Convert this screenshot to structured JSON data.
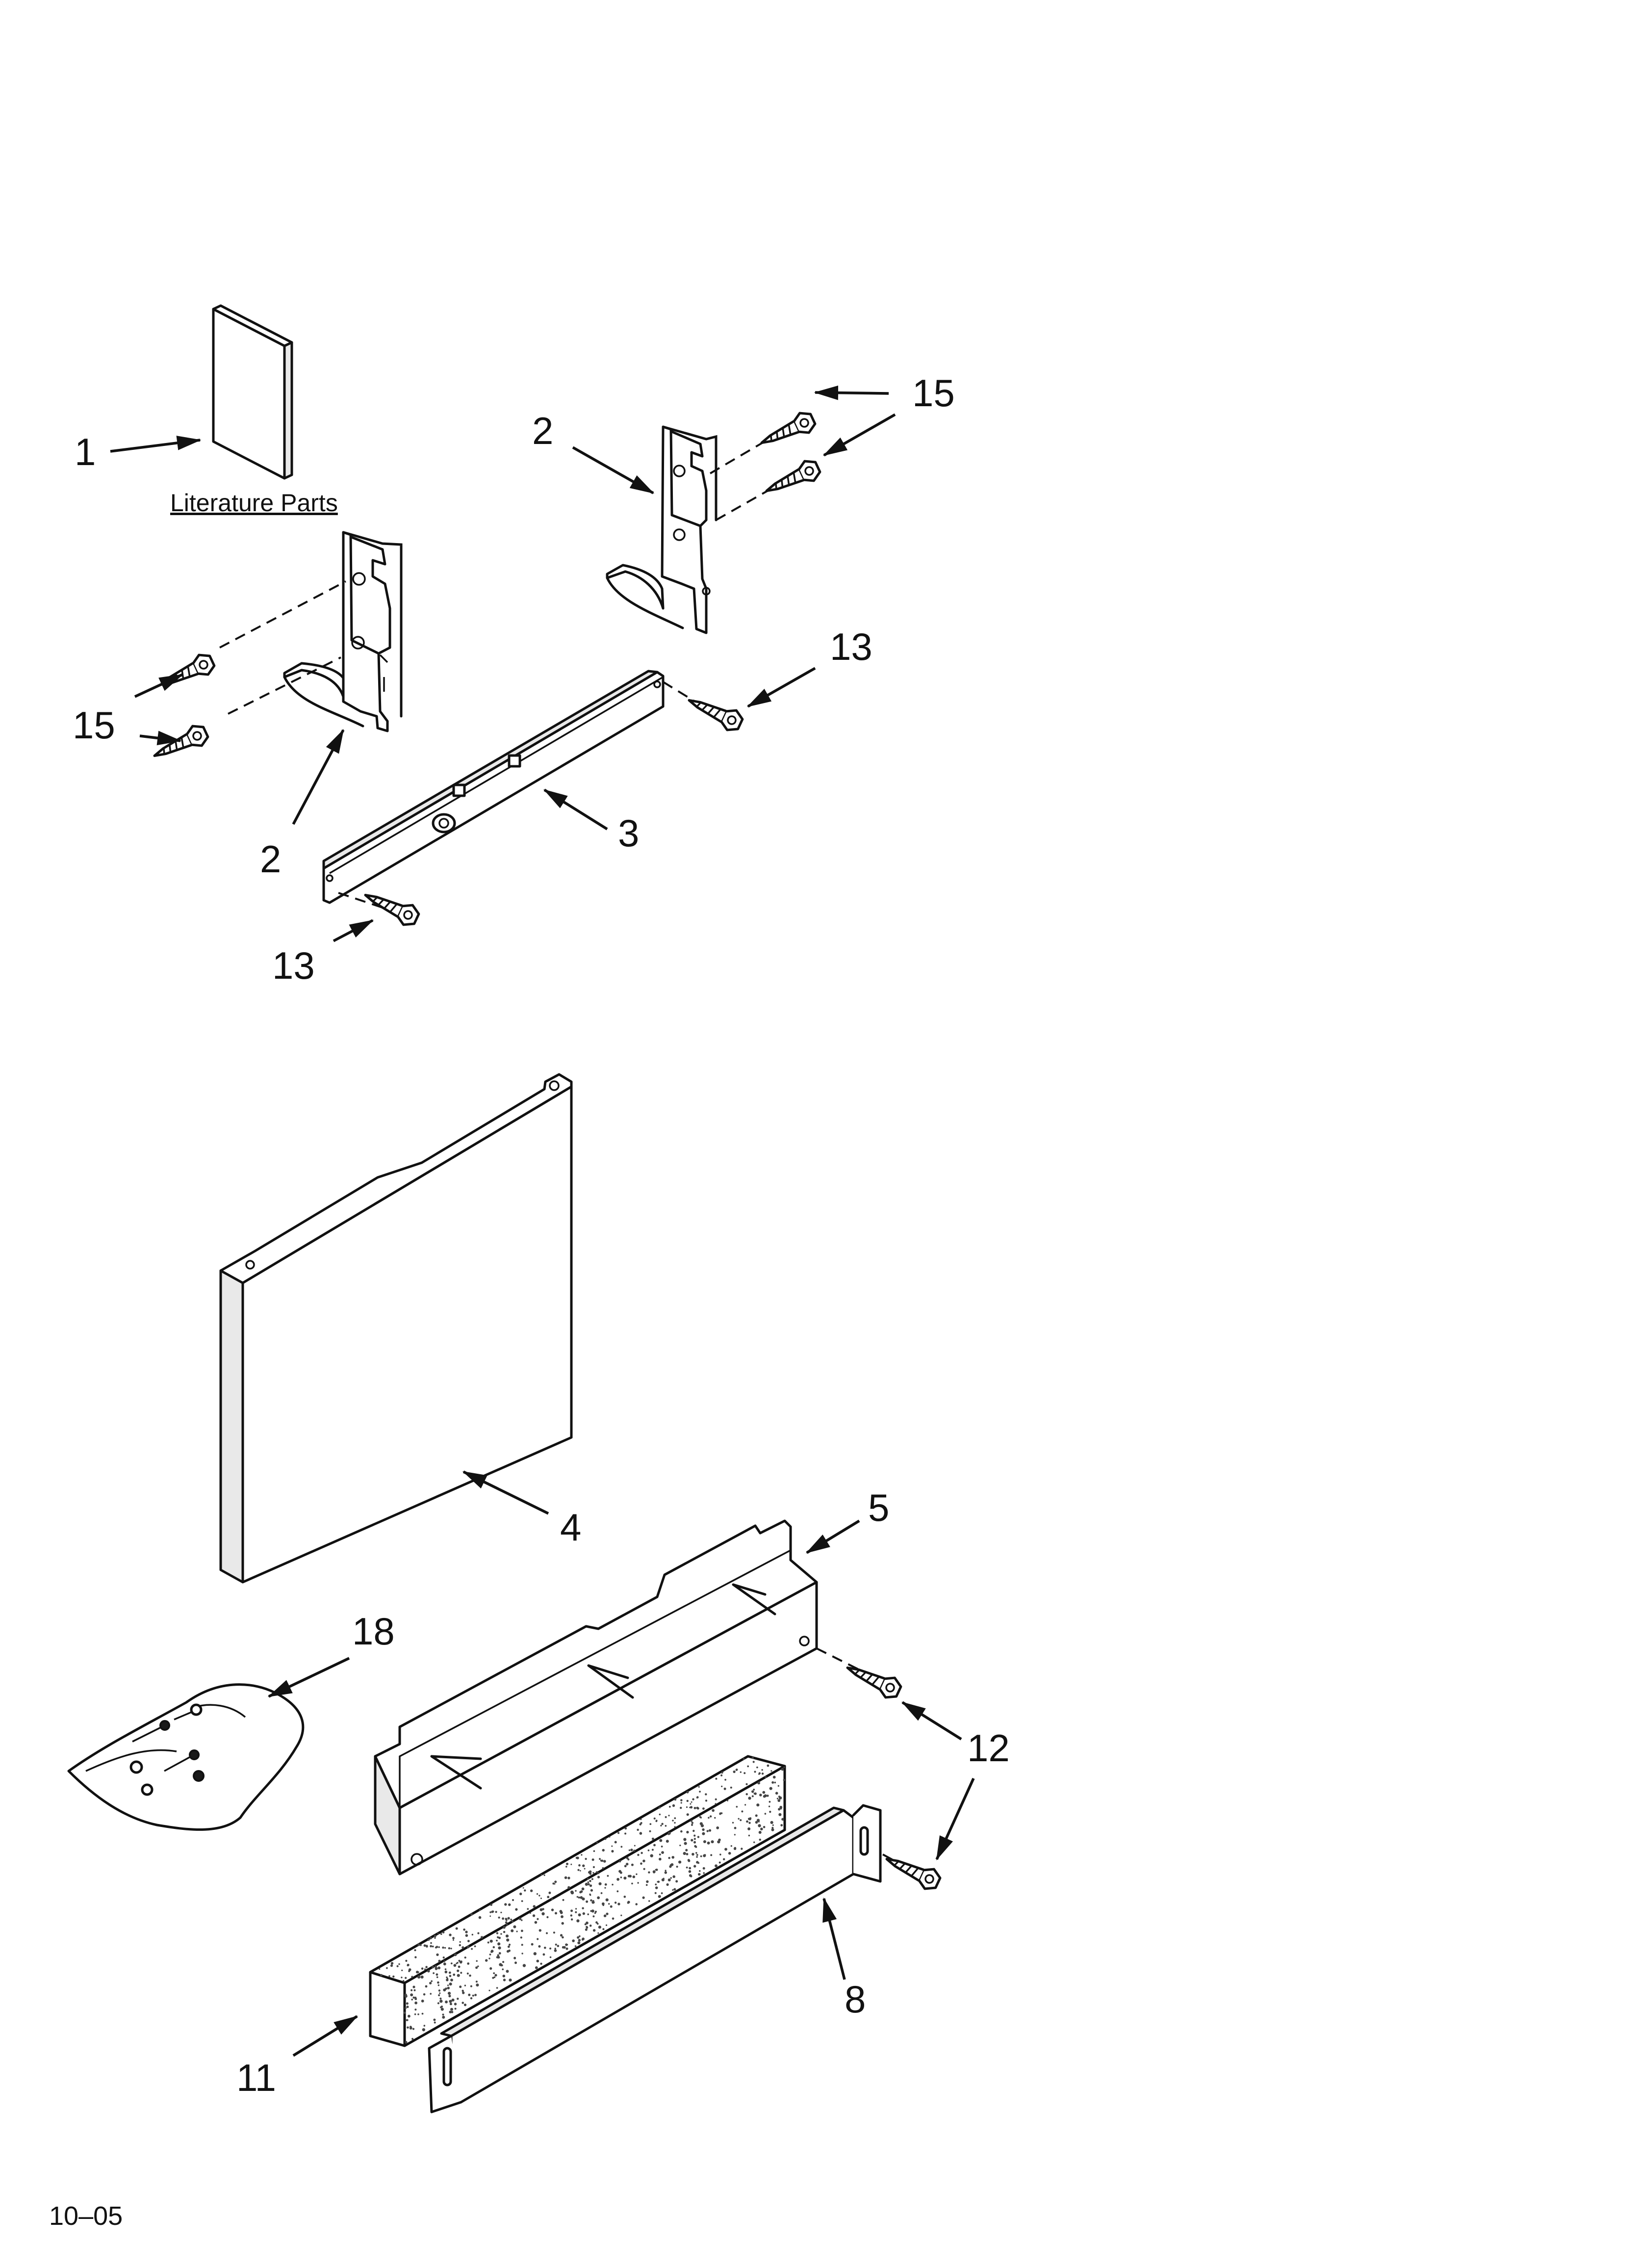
{
  "literature_caption": "Literature Parts",
  "revision": "10–05",
  "callouts": {
    "literature": "1",
    "bracket_right": "2",
    "bracket_left": "2",
    "screw_right_top": "15",
    "screw_left": "15",
    "screw_rail_right": "13",
    "screw_rail_left": "13",
    "rail": "3",
    "panel": "4",
    "support": "5",
    "hardware_bag": "18",
    "screw_trim": "12",
    "trim": "8",
    "insulation": "11"
  }
}
